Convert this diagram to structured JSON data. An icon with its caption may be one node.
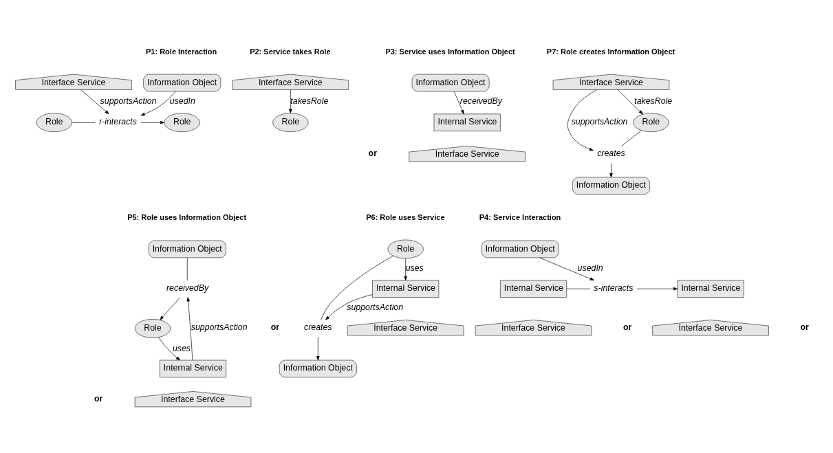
{
  "diagram": {
    "nodes": [
      {
        "text": [
          "Information Object"
        ]
      },
      {
        "text": [
          "Role"
        ]
      },
      {
        "text": [
          "r-interacts"
        ]
      },
      {
        "text": [
          "Role"
        ]
      },
      {
        "text": [
          "Interface Service"
        ]
      },
      {
        "text": [
          "Role"
        ]
      },
      {
        "text": [
          "Interface Service"
        ]
      },
      {
        "text": [
          "Information Object"
        ]
      },
      {
        "text": [
          "Internal Service"
        ]
      },
      {
        "text": [
          "Interface Service"
        ]
      },
      {
        "text": [
          "Information Object"
        ]
      },
      {
        "text": [
          "creates"
        ]
      },
      {
        "text": [
          "Role"
        ]
      },
      {
        "text": [
          "Interface Service"
        ]
      },
      {
        "text": [
          "Information Object"
        ]
      },
      {
        "text": [
          "receivedBy"
        ]
      },
      {
        "text": [
          "Role"
        ]
      },
      {
        "text": [
          "Internal Service"
        ]
      },
      {
        "text": [
          "Interface Service"
        ]
      },
      {
        "text": [
          "Information Object"
        ]
      },
      {
        "text": [
          "creates"
        ]
      },
      {
        "text": [
          "Role"
        ]
      },
      {
        "text": [
          "Internal Service"
        ]
      },
      {
        "text": [
          "Interface Service"
        ]
      },
      {
        "text": [
          "Information Object"
        ]
      },
      {
        "text": [
          "Internal Service"
        ]
      },
      {
        "text": [
          "Interface Service"
        ]
      },
      {
        "text": [
          "s-interacts"
        ]
      },
      {
        "text": [
          "Internal Service"
        ]
      },
      {
        "text": [
          "Interface Service"
        ]
      }
    ],
    "edges": [
      {
        "from": 1,
        "to": 2,
        "arrow": "none"
      },
      {
        "from": 2,
        "to": 3,
        "arrow": "to"
      },
      {
        "from": 0,
        "to": 2,
        "arrow": "to",
        "label": "usedIn"
      },
      {
        "from": 4,
        "to": 2,
        "arrow": "to",
        "label": "supportsAction"
      },
      {
        "from": 6,
        "to": 5,
        "arrow": "to",
        "label": "takesRole"
      },
      {
        "from": 7,
        "to": 8,
        "arrow": "to",
        "label": "receivedBy"
      },
      {
        "from": 12,
        "to": 11,
        "arrow": "none"
      },
      {
        "from": 11,
        "to": 10,
        "arrow": "to"
      },
      {
        "from": 13,
        "to": 12,
        "arrow": "to",
        "label": "takesRole"
      },
      {
        "from": 13,
        "to": 11,
        "arrow": "to",
        "label": "supportsAction"
      },
      {
        "from": 14,
        "to": 15,
        "arrow": "none"
      },
      {
        "from": 15,
        "to": 16,
        "arrow": "to"
      },
      {
        "from": 16,
        "to": 17,
        "arrow": "to",
        "label": "uses"
      },
      {
        "from": 17,
        "to": 15,
        "arrow": "to",
        "label": "supportsAction"
      },
      {
        "from": 21,
        "to": 20,
        "arrow": "none"
      },
      {
        "from": 20,
        "to": 19,
        "arrow": "to"
      },
      {
        "from": 21,
        "to": 22,
        "arrow": "to",
        "label": "uses"
      },
      {
        "from": 22,
        "to": 20,
        "arrow": "to",
        "label": "supportsAction"
      },
      {
        "from": 24,
        "to": 27,
        "arrow": "to",
        "label": "usedIn"
      },
      {
        "from": 25,
        "to": 27,
        "arrow": "none"
      },
      {
        "from": 27,
        "to": 28,
        "arrow": "to"
      }
    ],
    "labels": [
      "P1: Role Interaction",
      "P2: Service takes Role",
      "P3: Service uses Information Object",
      "or",
      "P7: Role creates Information Object",
      "P5: Role uses Information Object",
      "P6: Role uses Service",
      "P4: Service Interaction",
      "or",
      "or",
      "or",
      "or"
    ]
  }
}
